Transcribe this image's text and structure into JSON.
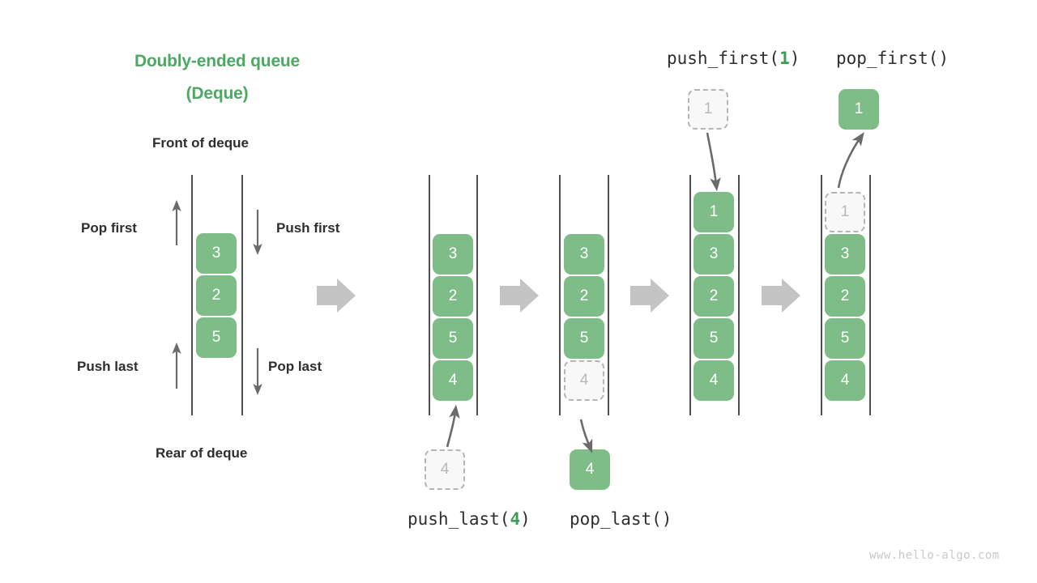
{
  "figure": {
    "title_line1": "Doubly-ended queue",
    "title_line2": "(Deque)",
    "title_color": "#4CA863",
    "watermark": "www.hello-algo.com",
    "cell_color": "#7ebd87",
    "ghost_color": "#f8f8f8",
    "arrow_color": "#c4c4c4"
  },
  "schematic": {
    "front_label": "Front of deque",
    "rear_label": "Rear of deque",
    "pop_first_label": "Pop first",
    "push_first_label": "Push first",
    "push_last_label": "Push last",
    "pop_last_label": "Pop last",
    "cells": [
      "3",
      "2",
      "5"
    ]
  },
  "operations": {
    "push_last": {
      "name": "push_last",
      "prefix": "push_last(",
      "arg": "4",
      "suffix": ")",
      "incoming_value": "4"
    },
    "pop_last": {
      "name": "pop_last",
      "prefix": "pop_last(",
      "arg": "",
      "suffix": ")",
      "outgoing_value": "4"
    },
    "push_first": {
      "name": "push_first",
      "prefix": "push_first(",
      "arg": "1",
      "suffix": ")",
      "incoming_value": "1"
    },
    "pop_first": {
      "name": "pop_first",
      "prefix": "pop_first(",
      "arg": "",
      "suffix": ")",
      "outgoing_value": "1"
    }
  },
  "panels": [
    {
      "id": "panel-initial",
      "cells": [
        {
          "value": "3",
          "state": "solid"
        },
        {
          "value": "2",
          "state": "solid"
        },
        {
          "value": "5",
          "state": "solid"
        },
        {
          "value": "4",
          "state": "solid"
        }
      ]
    },
    {
      "id": "panel-after-push-last",
      "cells": [
        {
          "value": "3",
          "state": "solid"
        },
        {
          "value": "2",
          "state": "solid"
        },
        {
          "value": "5",
          "state": "solid"
        },
        {
          "value": "4",
          "state": "ghost"
        }
      ]
    },
    {
      "id": "panel-after-pop-last",
      "cells": [
        {
          "value": "1",
          "state": "solid"
        },
        {
          "value": "3",
          "state": "solid"
        },
        {
          "value": "2",
          "state": "solid"
        },
        {
          "value": "5",
          "state": "solid"
        },
        {
          "value": "4",
          "state": "solid"
        }
      ]
    },
    {
      "id": "panel-after-push-first",
      "cells": [
        {
          "value": "1",
          "state": "ghost"
        },
        {
          "value": "3",
          "state": "solid"
        },
        {
          "value": "2",
          "state": "solid"
        },
        {
          "value": "5",
          "state": "solid"
        },
        {
          "value": "4",
          "state": "solid"
        }
      ]
    }
  ]
}
